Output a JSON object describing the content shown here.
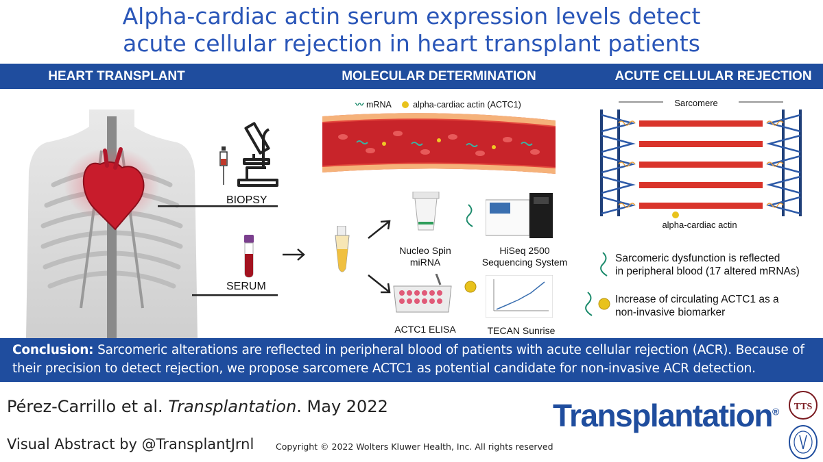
{
  "title": {
    "line1": "Alpha-cardiac actin serum expression levels detect",
    "line2": "acute cellular rejection in heart transplant patients"
  },
  "sections": {
    "left": "HEART TRANSPLANT",
    "middle": "MOLECULAR DETERMINATION",
    "right": "ACUTE CELLULAR REJECTION"
  },
  "left_panel": {
    "biopsy": "BIOPSY",
    "serum": "SERUM"
  },
  "middle_panel": {
    "legend_mrna": "mRNA",
    "legend_actin": "alpha-cardiac actin (ACTC1)",
    "nucleo_line1": "Nucleo Spin",
    "nucleo_line2": "miRNA",
    "hiseq_line1": "HiSeq 2500",
    "hiseq_line2": "Sequencing System",
    "elisa": "ACTC1 ELISA",
    "tecan": "TECAN Sunrise"
  },
  "right_panel": {
    "sarcomere": "Sarcomere",
    "actin_label": "alpha-cardiac actin",
    "finding1_line1": "Sarcomeric dysfunction is reflected",
    "finding1_line2": "in peripheral blood (17 altered mRNAs)",
    "finding2_line1": "Increase of circulating ACTC1 as a",
    "finding2_line2": "non-invasive biomarker"
  },
  "conclusion": {
    "label": "Conclusion:",
    "text": "Sarcomeric alterations are reflected in peripheral blood of patients with acute cellular rejection (ACR). Because of their precision to detect rejection, we propose sarcomere ACTC1 as potential candidate for non-invasive ACR detection."
  },
  "footer": {
    "authors": "Pérez-Carrillo et al. ",
    "journal_italic": "Transplantation",
    "date": ". May 2022",
    "credit": "Visual Abstract by @TransplantJrnl",
    "copyright": "Copyright © 2022  Wolters Kluwer Health, Inc. All rights reserved",
    "journal_logo": "Transplantation",
    "logo_mark": "®",
    "society_seal": "TTS"
  },
  "colors": {
    "brand_blue": "#1f4d9e",
    "title_blue": "#2a56b8",
    "vessel_red": "#d93a30",
    "actin_gold": "#e8c21c"
  }
}
